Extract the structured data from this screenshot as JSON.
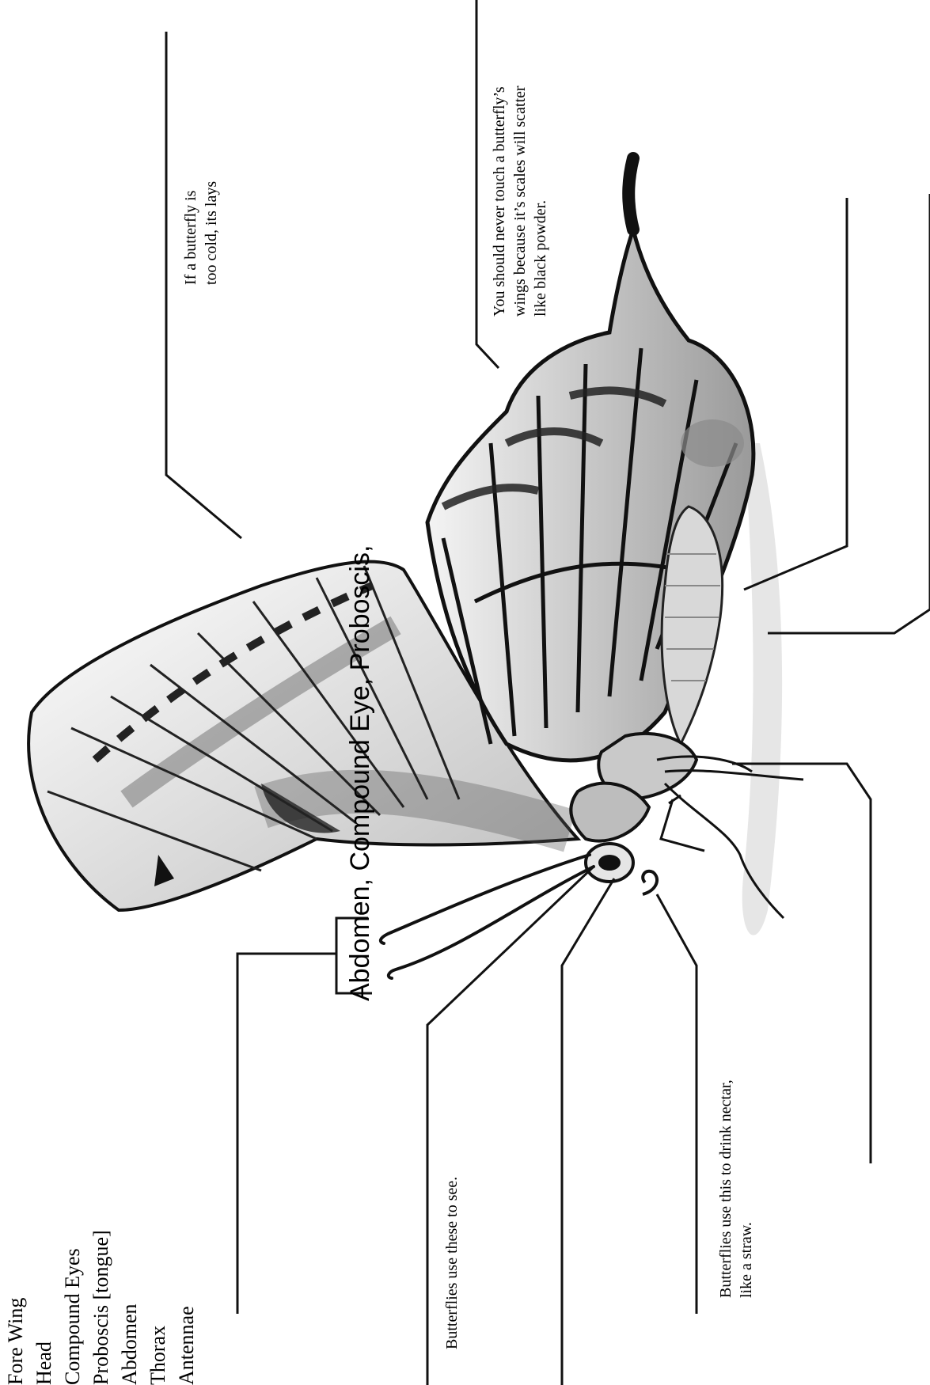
{
  "word_bank": {
    "items": [
      "Fore Wing",
      "Head",
      "Compound Eyes",
      "Proboscis [tongue]",
      "Abdomen",
      "Thorax",
      "Antennae"
    ]
  },
  "handwritten_header": "Abdomen, Compound Eye, Proboscis,",
  "notes": {
    "cold": [
      "If a butterfly is",
      "too cold, its lays"
    ],
    "scales": [
      "You should never touch a butterfly’s",
      "wings because it’s scales will scatter",
      "like black powder."
    ],
    "eyes": "Butterflies use these to see.",
    "proboscis": [
      "Butterflies use this to drink nectar,",
      "like a straw."
    ]
  }
}
